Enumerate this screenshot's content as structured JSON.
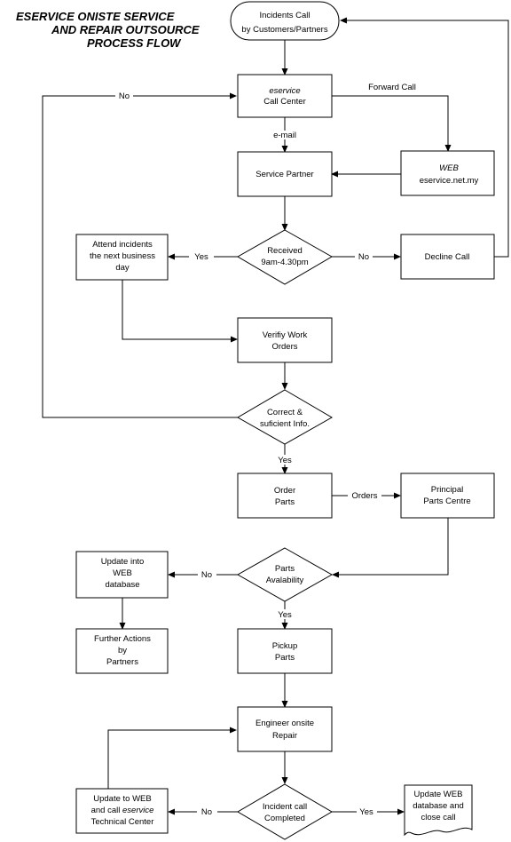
{
  "title": {
    "line1": "ESERVICE ONISTE SERVICE",
    "line2": "AND REPAIR OUTSOURCE",
    "line3": "PROCESS FLOW"
  },
  "nodes": {
    "incidents_call": {
      "line1": "Incidents Call",
      "line2": "by Customers/Partners"
    },
    "call_center": {
      "line1": "eservice",
      "line2": "Call Center"
    },
    "service_partner": {
      "line1": "Service Partner"
    },
    "web_portal": {
      "line1": "WEB",
      "line2": "eservice.net.my"
    },
    "received_decision": {
      "line1": "Received",
      "line2": "9am-4.30pm"
    },
    "attend_next_day": {
      "line1": "Attend incidents",
      "line2": "the next business",
      "line3": "day"
    },
    "decline_call": {
      "line1": "Decline Call"
    },
    "verify_work_orders": {
      "line1": "Verifiy Work",
      "line2": "Orders"
    },
    "correct_info_decision": {
      "line1": "Correct &",
      "line2": "suficient Info."
    },
    "order_parts": {
      "line1": "Order",
      "line2": "Parts"
    },
    "principal_parts": {
      "line1": "Principal",
      "line2": "Parts Centre"
    },
    "parts_availability": {
      "line1": "Parts",
      "line2": "Avalability"
    },
    "update_web_db": {
      "line1": "Update into",
      "line2": "WEB",
      "line3": "database"
    },
    "further_actions": {
      "line1": "Further Actions",
      "line2": "by",
      "line3": "Partners"
    },
    "pickup_parts": {
      "line1": "Pickup",
      "line2": "Parts"
    },
    "engineer_repair": {
      "line1": "Engineer onsite",
      "line2": "Repair"
    },
    "incident_completed": {
      "line1": "Incident call",
      "line2": "Completed"
    },
    "update_tech_center": {
      "line1": "Update to WEB",
      "line2a": "and call ",
      "line2b": "eservice",
      "line3": "Technical Center"
    },
    "close_call": {
      "line1": "Update WEB",
      "line2": "database and",
      "line3": "close call"
    }
  },
  "edge_labels": {
    "no_to_call_center": "No",
    "forward_call": "Forward Call",
    "email": "e-mail",
    "received_yes": "Yes",
    "received_no": "No",
    "correct_yes": "Yes",
    "orders": "Orders",
    "parts_no": "No",
    "parts_yes": "Yes",
    "completed_no": "No",
    "completed_yes": "Yes"
  }
}
